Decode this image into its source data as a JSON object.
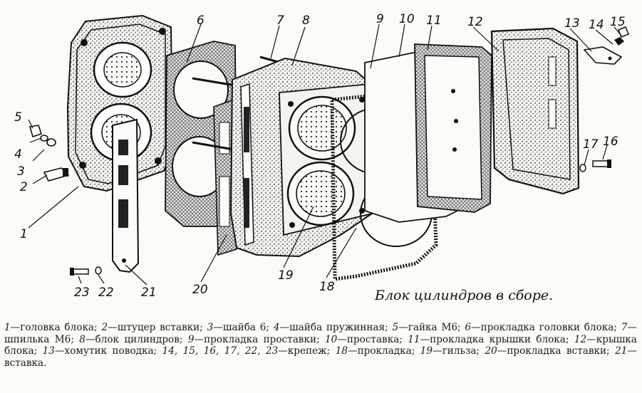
{
  "figure": {
    "caption": "Блок цилиндров в сборе.",
    "callouts": [
      "1",
      "2",
      "3",
      "4",
      "5",
      "6",
      "7",
      "8",
      "9",
      "10",
      "11",
      "12",
      "13",
      "14",
      "15",
      "16",
      "17",
      "18",
      "19",
      "20",
      "21",
      "22",
      "23"
    ]
  },
  "legend": [
    {
      "num": "1",
      "text": "головка блока;"
    },
    {
      "num": "2",
      "text": "штуцер вставки;"
    },
    {
      "num": "3",
      "text": "шайба 6;"
    },
    {
      "num": "4",
      "text": "шайба пружинная;"
    },
    {
      "num": "5",
      "text": "гайка М6;"
    },
    {
      "num": "6",
      "text": "прокладка головки блока;"
    },
    {
      "num": "7",
      "text": "шпилька М6;"
    },
    {
      "num": "8",
      "text": "блок цилиндров;"
    },
    {
      "num": "9",
      "text": "прокладка проставки;"
    },
    {
      "num": "10",
      "text": "проставка;"
    },
    {
      "num": "11",
      "text": "прокладка крышки блока;"
    },
    {
      "num": "12",
      "text": "крышка блока;"
    },
    {
      "num": "13",
      "text": "хомутик поводка;"
    },
    {
      "num": "14, 15, 16, 17, 22, 23",
      "text": "крепеж;"
    },
    {
      "num": "18",
      "text": "прокладка;"
    },
    {
      "num": "19",
      "text": "гильза;"
    },
    {
      "num": "20",
      "text": "прокладка вставки;"
    },
    {
      "num": "21",
      "text": "вставка."
    }
  ]
}
